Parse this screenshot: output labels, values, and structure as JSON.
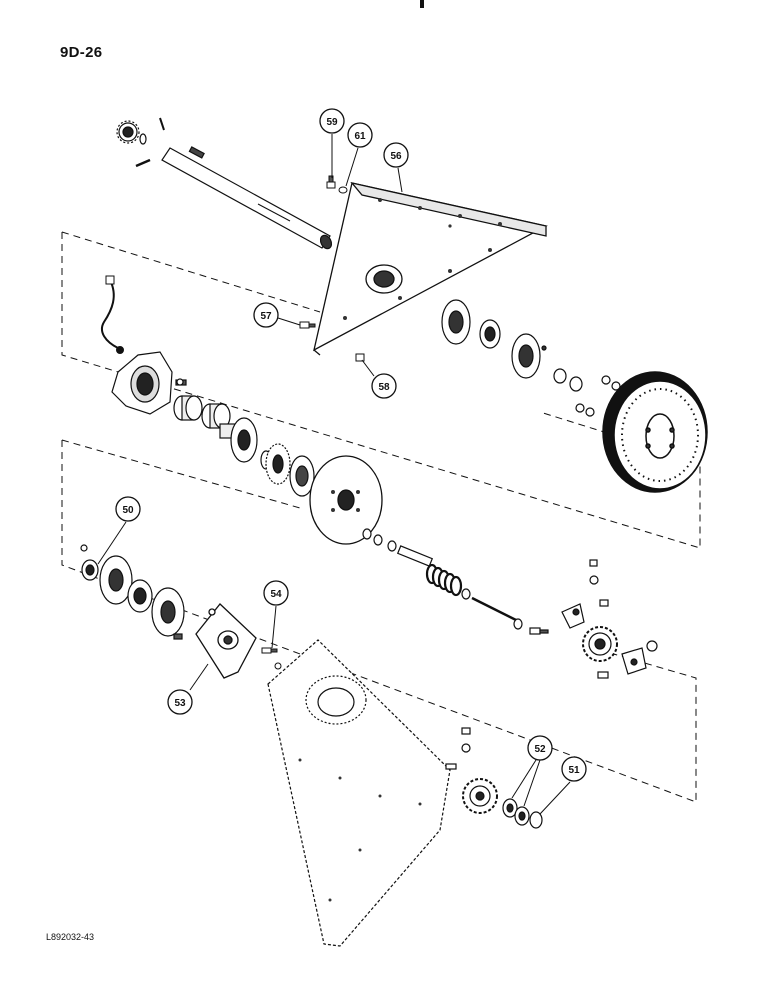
{
  "page": {
    "page_number": "9D-26",
    "figure_ref": "L892032-43"
  },
  "callouts": {
    "c59": "59",
    "c61": "61",
    "c56": "56",
    "c57": "57",
    "c58": "58",
    "c50": "50",
    "c54": "54",
    "c53": "53",
    "c52": "52",
    "c51": "51"
  },
  "colors": {
    "ink": "#111111",
    "paper": "#ffffff",
    "shade": "#555555"
  }
}
